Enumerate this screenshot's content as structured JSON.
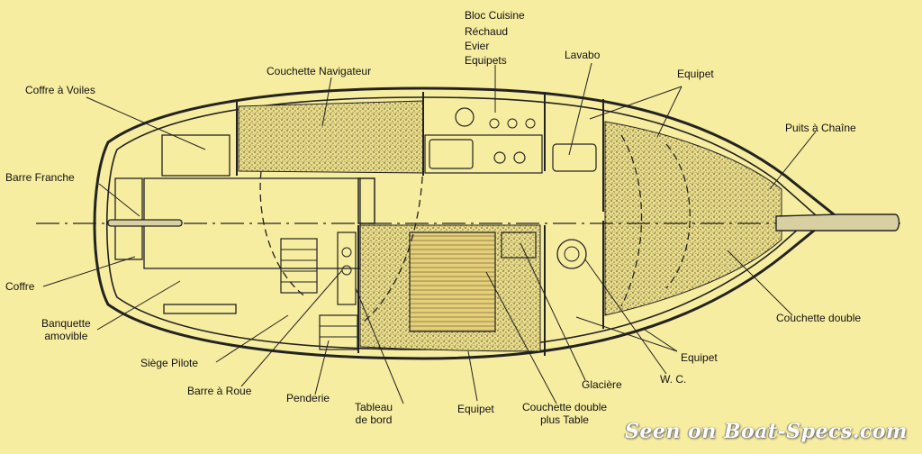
{
  "labels": {
    "bloc_cuisine": "Bloc Cuisine",
    "rechaud": "Réchaud",
    "evier": "Evier",
    "equipets_top": "Equipets",
    "lavabo": "Lavabo",
    "equipet_top_right": "Equipet",
    "couchette_navigateur": "Couchette Navigateur",
    "coffre_a_voiles": "Coffre à Voiles",
    "puits_a_chaine": "Puits à Chaîne",
    "barre_franche": "Barre Franche",
    "coffre": "Coffre",
    "banquette_line1": "Banquette",
    "banquette_line2": "amovible",
    "couchette_double_right": "Couchette double",
    "equipet_right": "Equipet",
    "siege_pilote": "Siège Pilote",
    "barre_a_roue": "Barre à Roue",
    "penderie": "Penderie",
    "tableau_line1": "Tableau",
    "tableau_line2": "de bord",
    "equipet_bottom": "Equipet",
    "couchette_double_table_line1": "Couchette double",
    "couchette_double_table_line2": "plus Table",
    "glaciere": "Glacière",
    "wc": "W. C."
  },
  "watermark": "Seen on Boat-Specs.com"
}
